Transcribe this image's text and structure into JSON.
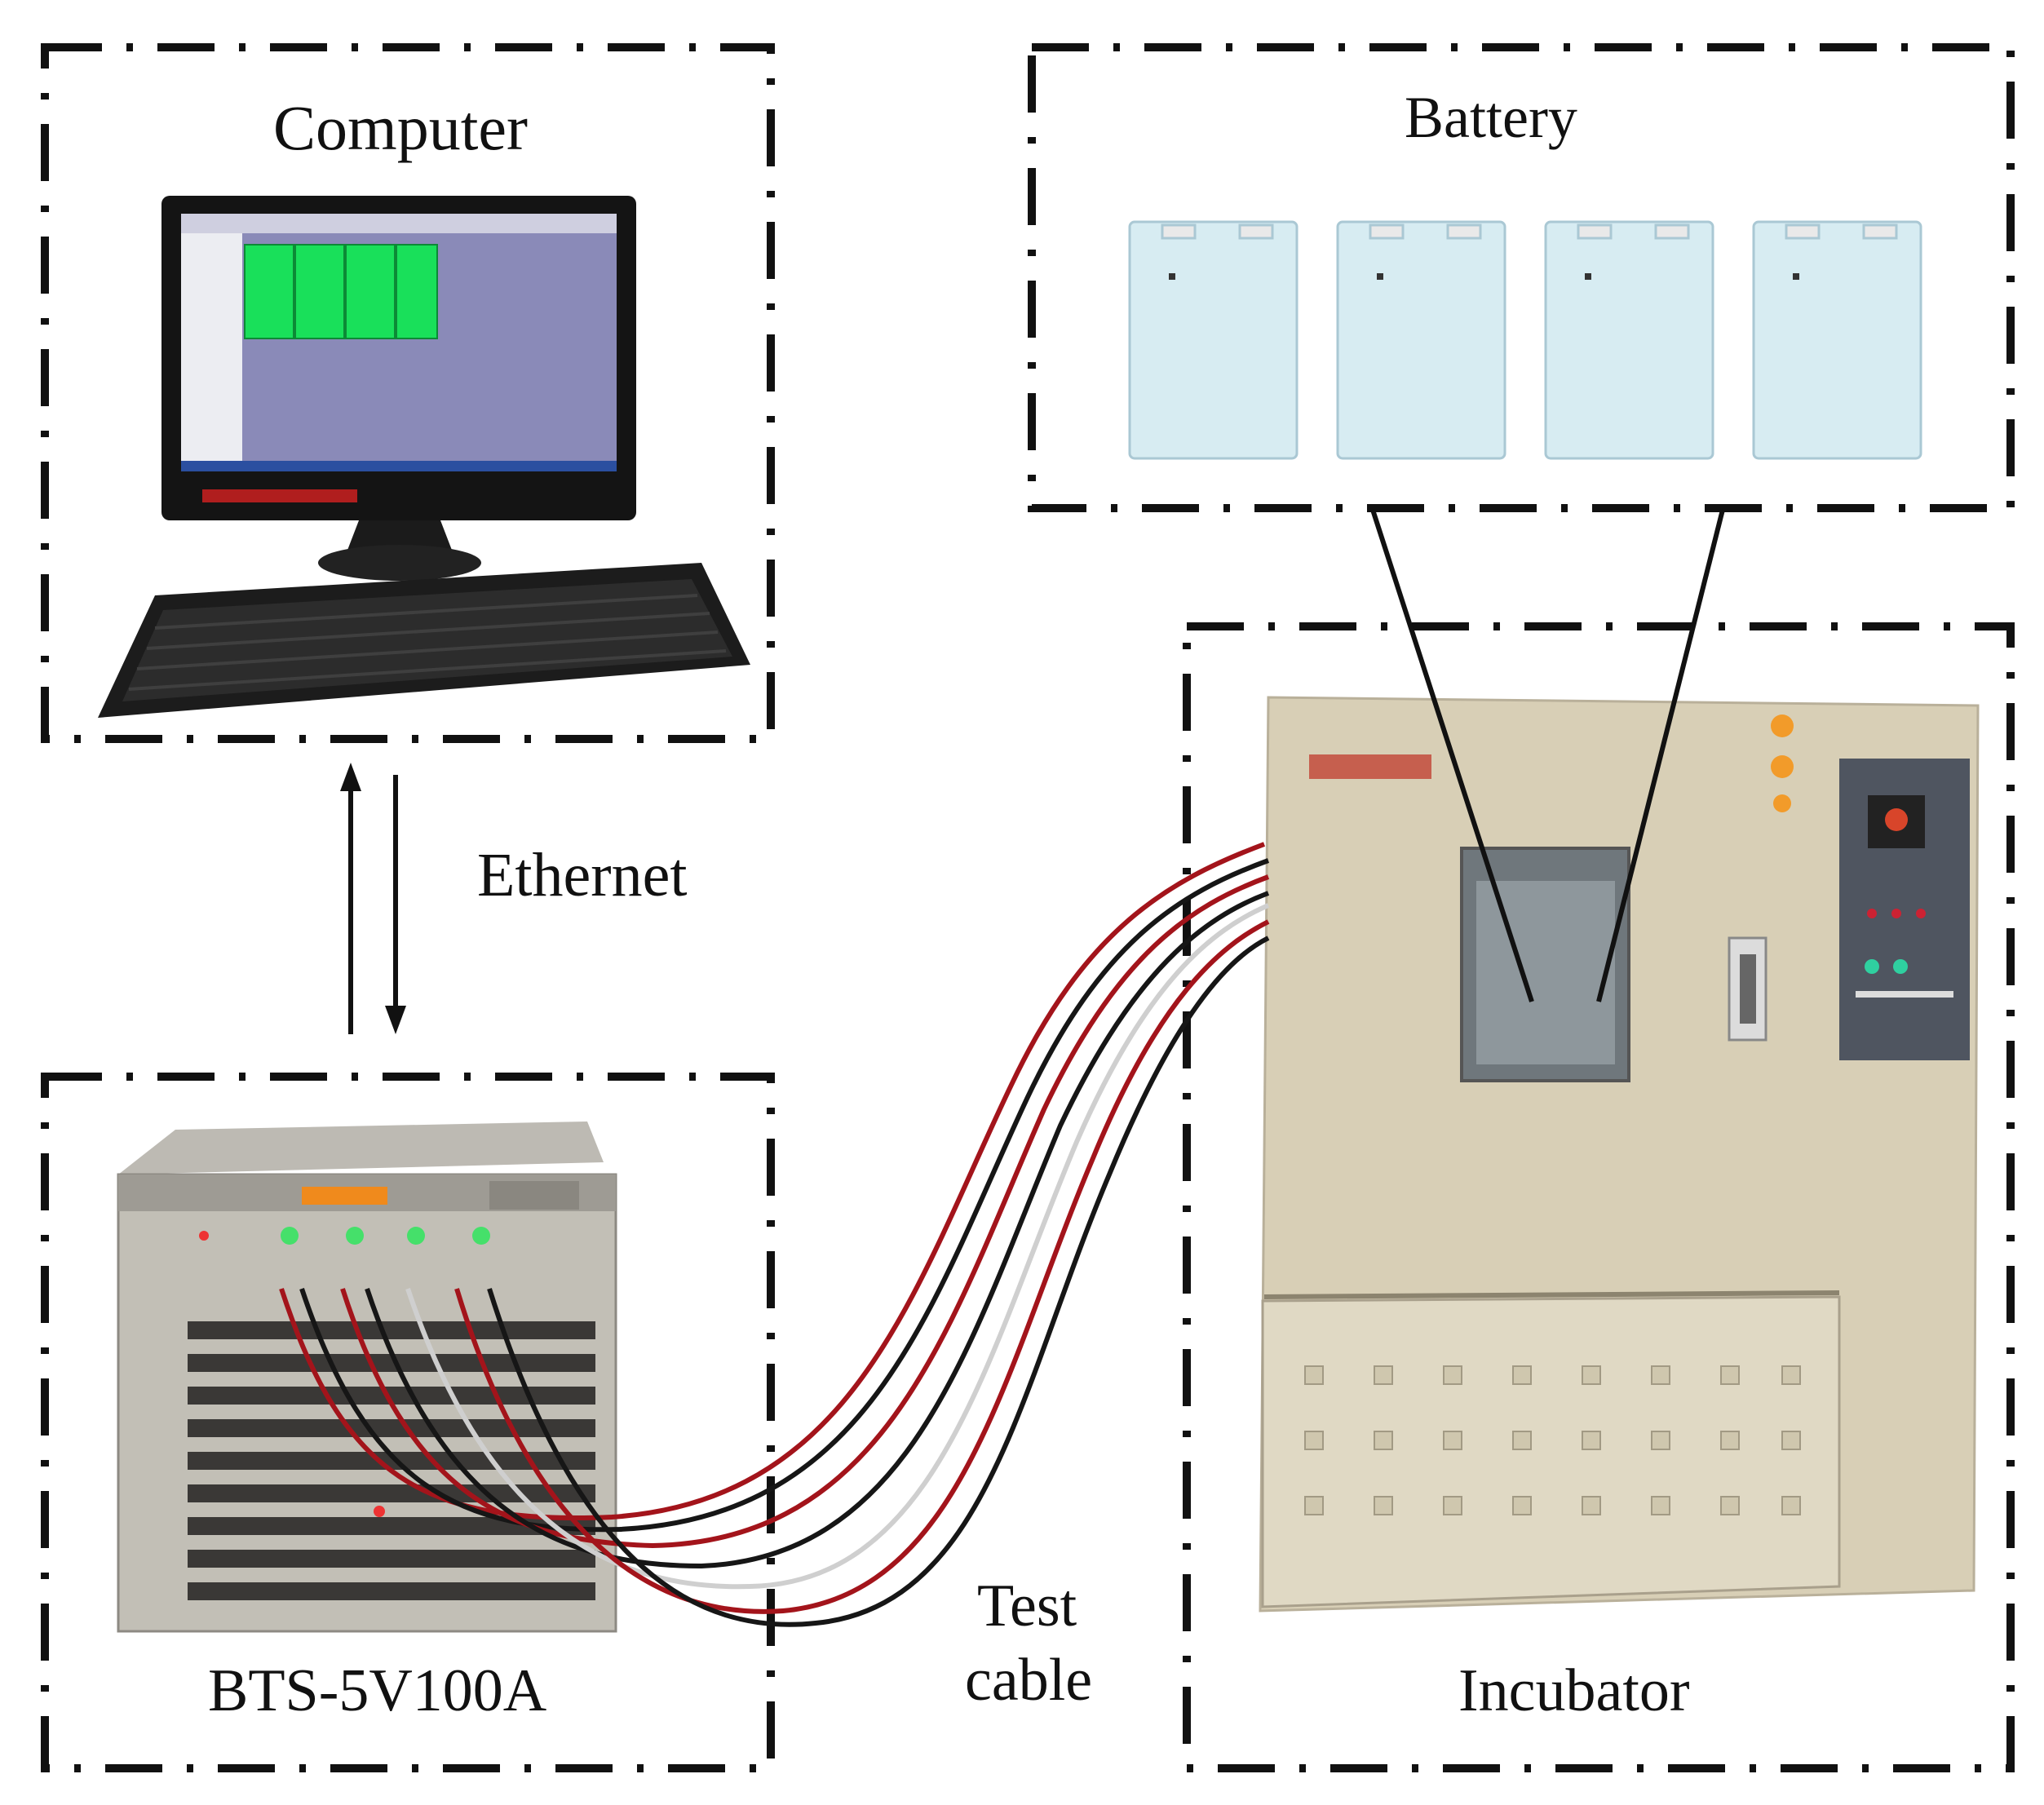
{
  "labels": {
    "computer": "Computer",
    "battery": "Battery",
    "ethernet": "Ethernet",
    "bts": "BTS-5V100A",
    "test": "Test",
    "cable": "cable",
    "incubator": "Incubator"
  },
  "colors": {
    "frame_line": "#111111",
    "cable_red": "#a3141b",
    "cable_black": "#161616",
    "cable_white": "#cfcfcf",
    "battery_cell": "#d7ecf2",
    "incubator_body": "#d8cfb6",
    "screen_green": "#19e05a",
    "screen_bg": "#8a8ab8"
  }
}
